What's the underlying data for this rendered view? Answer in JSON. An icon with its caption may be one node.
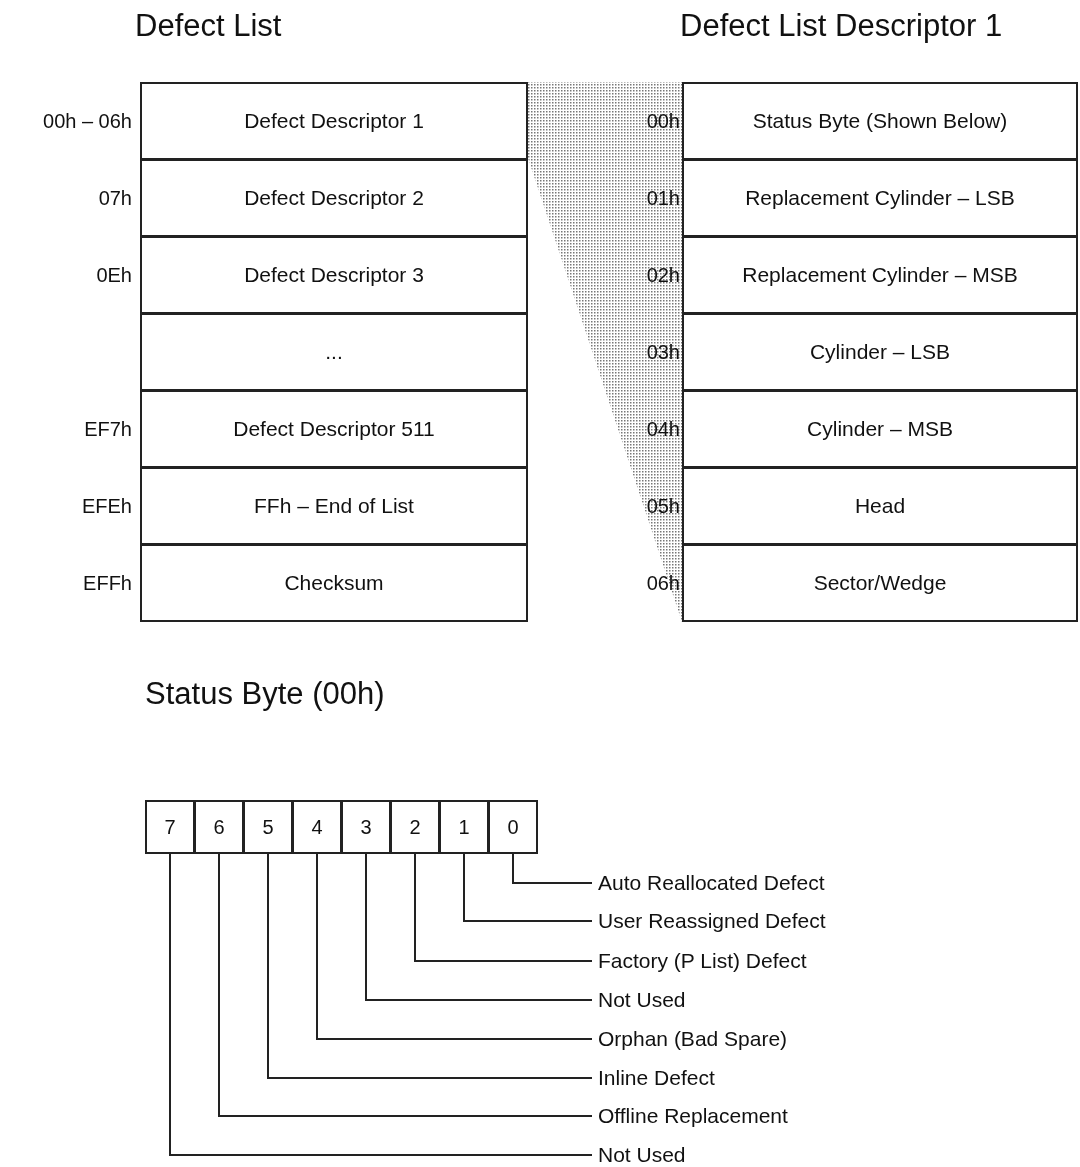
{
  "diagram": {
    "nodes": [
      {
        "text": [
          "Defect Descriptor 1"
        ],
        "beside": [
          "00h – 06h"
        ]
      },
      {
        "text": [
          "Defect Descriptor 2"
        ],
        "beside": [
          "07h"
        ]
      },
      {
        "text": [
          "Defect Descriptor 3"
        ],
        "beside": [
          "0Eh"
        ]
      },
      {
        "text": [
          "..."
        ]
      },
      {
        "text": [
          "Defect Descriptor 511"
        ],
        "beside": [
          "EF7h"
        ]
      },
      {
        "text": [
          "FFh – End of List"
        ],
        "beside": [
          "EFEh"
        ]
      },
      {
        "text": [
          "Checksum"
        ],
        "beside": [
          "EFFh"
        ]
      },
      {
        "text": [
          "Status Byte (Shown Below)"
        ],
        "beside": [
          "00h"
        ]
      },
      {
        "text": [
          "Replacement Cylinder – LSB"
        ],
        "beside": [
          "01h"
        ]
      },
      {
        "text": [
          "Replacement Cylinder – MSB"
        ],
        "beside": [
          "02h"
        ]
      },
      {
        "text": [
          "Cylinder – LSB"
        ],
        "beside": [
          "03h"
        ]
      },
      {
        "text": [
          "Cylinder – MSB"
        ],
        "beside": [
          "04h"
        ]
      },
      {
        "text": [
          "Head"
        ],
        "beside": [
          "05h"
        ]
      },
      {
        "text": [
          "Sector/Wedge"
        ],
        "beside": [
          "06h"
        ]
      },
      {
        "text": [
          "7"
        ]
      },
      {
        "text": [
          "6"
        ]
      },
      {
        "text": [
          "5"
        ]
      },
      {
        "text": [
          "4"
        ]
      },
      {
        "text": [
          "3"
        ]
      },
      {
        "text": [
          "2"
        ]
      },
      {
        "text": [
          "1"
        ]
      },
      {
        "text": [
          "0"
        ]
      },
      {
        "text": [
          "Auto Reallocated Defect"
        ]
      },
      {
        "text": [
          "User Reassigned Defect"
        ]
      },
      {
        "text": [
          "Factory (P List) Defect"
        ]
      },
      {
        "text": [
          "Not Used"
        ]
      },
      {
        "text": [
          "Orphan (Bad Spare)"
        ]
      },
      {
        "text": [
          "Inline Defect"
        ]
      },
      {
        "text": [
          "Offline Replacement"
        ]
      },
      {
        "text": [
          "Not Used"
        ]
      }
    ],
    "edges": [
      {
        "from": 22,
        "to": 21,
        "arrow": "none"
      },
      {
        "from": 23,
        "to": 20,
        "arrow": "none"
      },
      {
        "from": 24,
        "to": 19,
        "arrow": "none"
      },
      {
        "from": 25,
        "to": 18,
        "arrow": "none"
      },
      {
        "from": 26,
        "to": 17,
        "arrow": "none"
      },
      {
        "from": 27,
        "to": 16,
        "arrow": "none"
      },
      {
        "from": 28,
        "to": 15,
        "arrow": "none"
      },
      {
        "from": 29,
        "to": 14,
        "arrow": "none"
      }
    ],
    "labels": [
      "Defect List",
      "Defect List Descriptor 1",
      "Status Byte (00h)"
    ]
  }
}
